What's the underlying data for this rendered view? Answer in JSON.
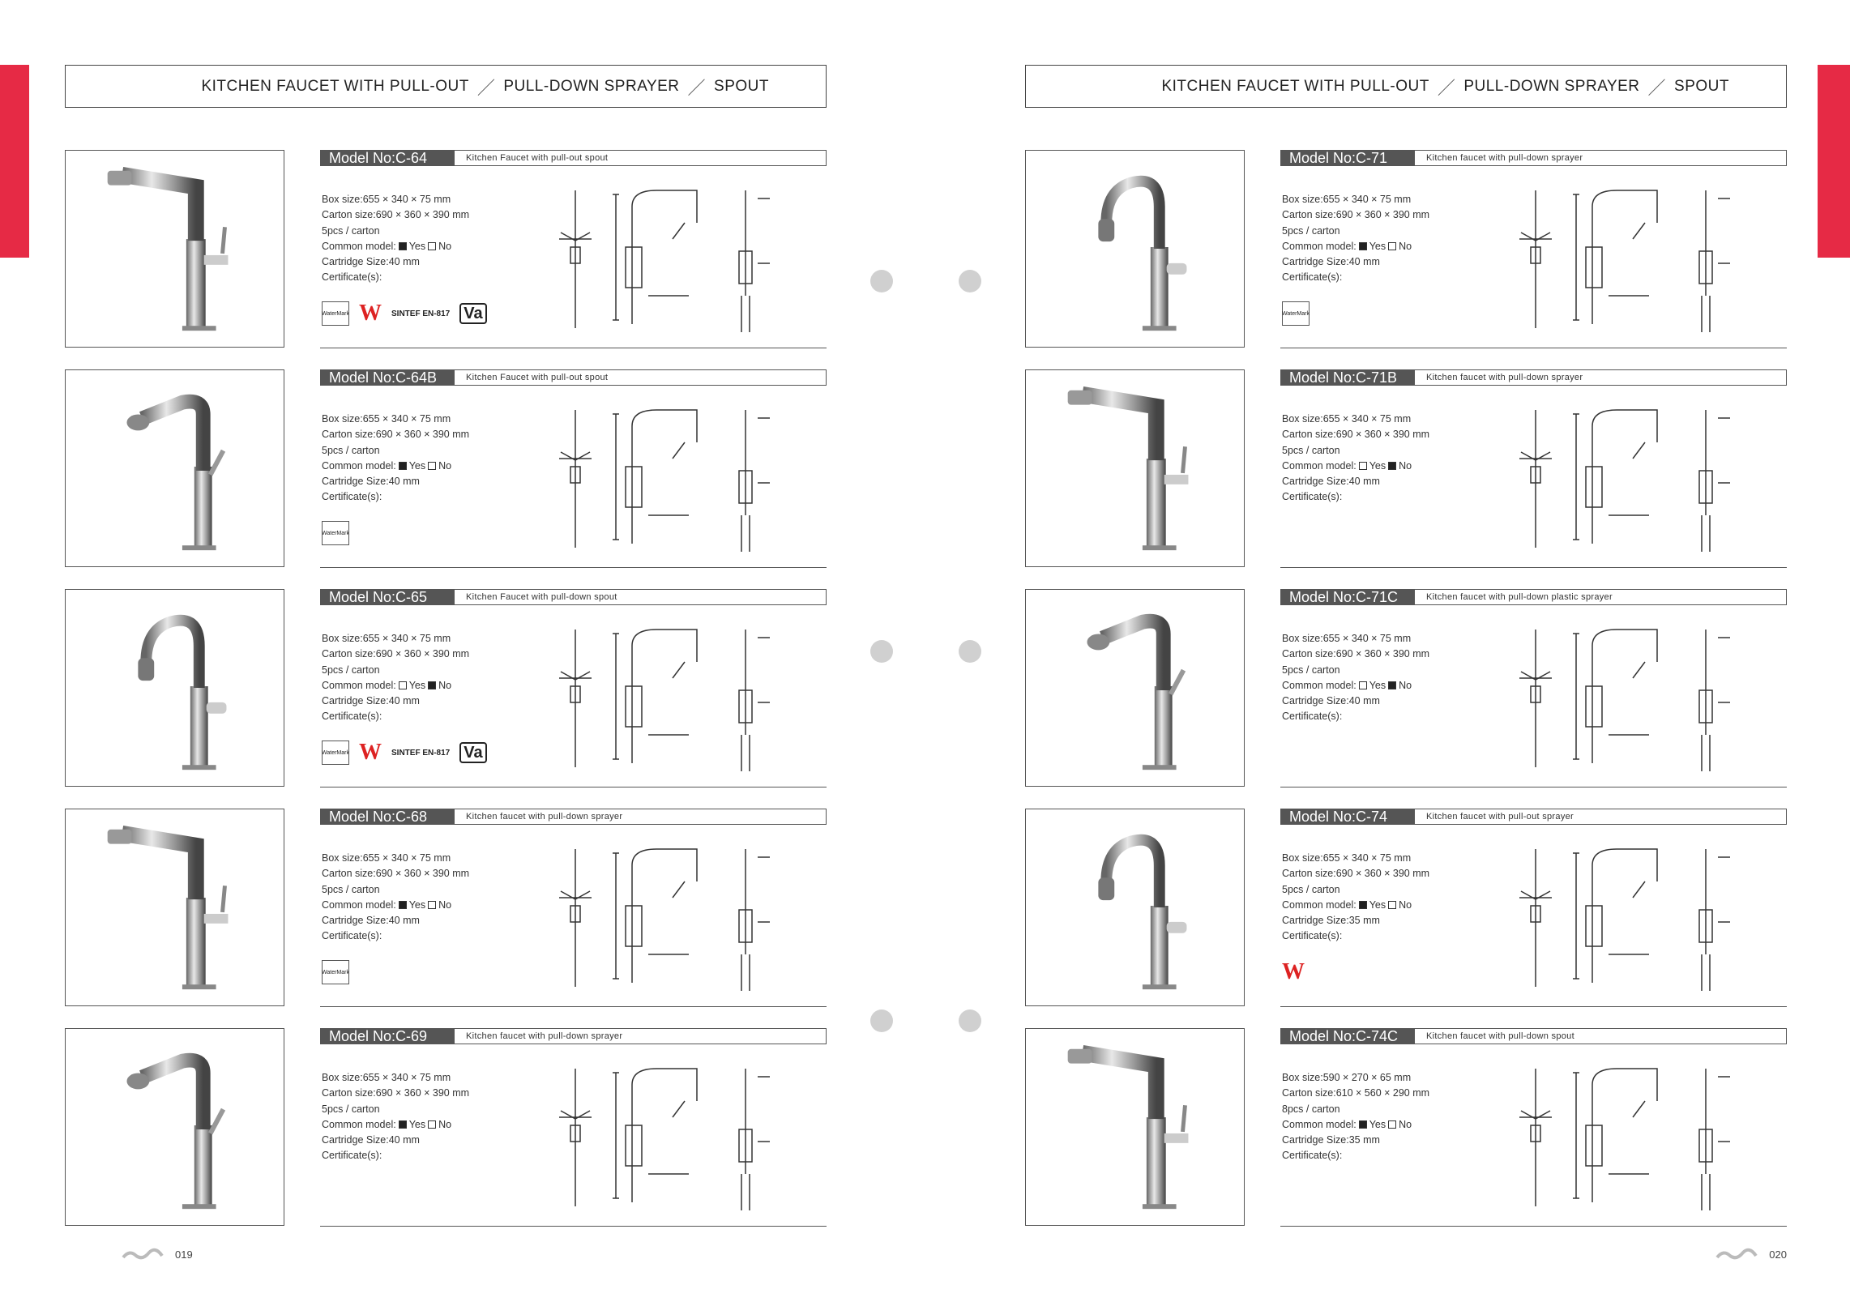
{
  "header": {
    "parts": [
      "KITCHEN FAUCET WITH PULL-OUT",
      "PULL-DOWN SPRAYER",
      "SPOUT"
    ],
    "separator": "／"
  },
  "labels": {
    "box": "Box size:",
    "carton": "Carton size:",
    "common": "Common model:",
    "cartridge": "Cartridge Size:",
    "certificate": "Certificate(s):",
    "yes": "Yes",
    "no": "No"
  },
  "certificates": {
    "watermark": "WaterMark",
    "wels": "W",
    "sintef": "SINTEF EN-817",
    "va": "Va"
  },
  "left_page": {
    "page_number": "019",
    "products": [
      {
        "model": "Model No:C-64",
        "desc": "Kitchen Faucet with pull-out spout",
        "box": "655 × 340 × 75 mm",
        "carton": "690 × 360 × 390 mm",
        "pcs": "5pcs / carton",
        "common_yes": true,
        "cartridge": "40 mm",
        "certs": [
          "watermark",
          "wels",
          "sintef",
          "va"
        ]
      },
      {
        "model": "Model No:C-64B",
        "desc": "Kitchen Faucet with pull-out spout",
        "box": "655 × 340 × 75 mm",
        "carton": "690 × 360 × 390 mm",
        "pcs": "5pcs / carton",
        "common_yes": true,
        "cartridge": "40 mm",
        "certs": [
          "watermark"
        ]
      },
      {
        "model": "Model No:C-65",
        "desc": "Kitchen Faucet with pull-down spout",
        "box": "655 × 340 × 75 mm",
        "carton": "690 × 360 × 390 mm",
        "pcs": "5pcs / carton",
        "common_yes": false,
        "cartridge": "40 mm",
        "certs": [
          "watermark",
          "wels",
          "sintef",
          "va"
        ]
      },
      {
        "model": "Model No:C-68",
        "desc": "Kitchen faucet with pull-down sprayer",
        "box": "655 × 340 × 75 mm",
        "carton": "690 × 360 × 390 mm",
        "pcs": "5pcs / carton",
        "common_yes": true,
        "cartridge": "40 mm",
        "certs": [
          "watermark"
        ]
      },
      {
        "model": "Model No:C-69",
        "desc": "Kitchen faucet with pull-down sprayer",
        "box": "655 × 340 × 75 mm",
        "carton": "690 × 360 × 390 mm",
        "pcs": "5pcs / carton",
        "common_yes": true,
        "cartridge": "40 mm",
        "certs": []
      }
    ]
  },
  "right_page": {
    "page_number": "020",
    "products": [
      {
        "model": "Model No:C-71",
        "desc": "Kitchen faucet with pull-down sprayer",
        "box": "655 × 340 × 75 mm",
        "carton": "690 × 360 × 390 mm",
        "pcs": "5pcs / carton",
        "common_yes": true,
        "cartridge": "40 mm",
        "certs": [
          "watermark"
        ]
      },
      {
        "model": "Model No:C-71B",
        "desc": "Kitchen faucet with pull-down sprayer",
        "box": "655 × 340 × 75 mm",
        "carton": "690 × 360 × 390 mm",
        "pcs": "5pcs / carton",
        "common_yes": false,
        "cartridge": "40 mm",
        "certs": []
      },
      {
        "model": "Model No:C-71C",
        "desc": "Kitchen faucet with pull-down plastic sprayer",
        "box": "655 × 340 × 75 mm",
        "carton": "690 × 360 × 390 mm",
        "pcs": "5pcs / carton",
        "common_yes": false,
        "cartridge": "40 mm",
        "certs": []
      },
      {
        "model": "Model No:C-74",
        "desc": "Kitchen faucet with pull-out sprayer",
        "box": "655 × 340 × 75 mm",
        "carton": "690 × 360 × 390 mm",
        "pcs": "5pcs / carton",
        "common_yes": true,
        "cartridge": "35 mm",
        "certs": [
          "wels"
        ]
      },
      {
        "model": "Model No:C-74C",
        "desc": "Kitchen faucet with pull-down spout",
        "box": "590 × 270 × 65 mm",
        "carton": "610 × 560 × 290 mm",
        "pcs": "8pcs / carton",
        "common_yes": true,
        "cartridge": "35 mm",
        "certs": []
      }
    ]
  },
  "colors": {
    "accent": "#e62a45",
    "bar": "#555555",
    "dot": "#d0d0d0"
  }
}
